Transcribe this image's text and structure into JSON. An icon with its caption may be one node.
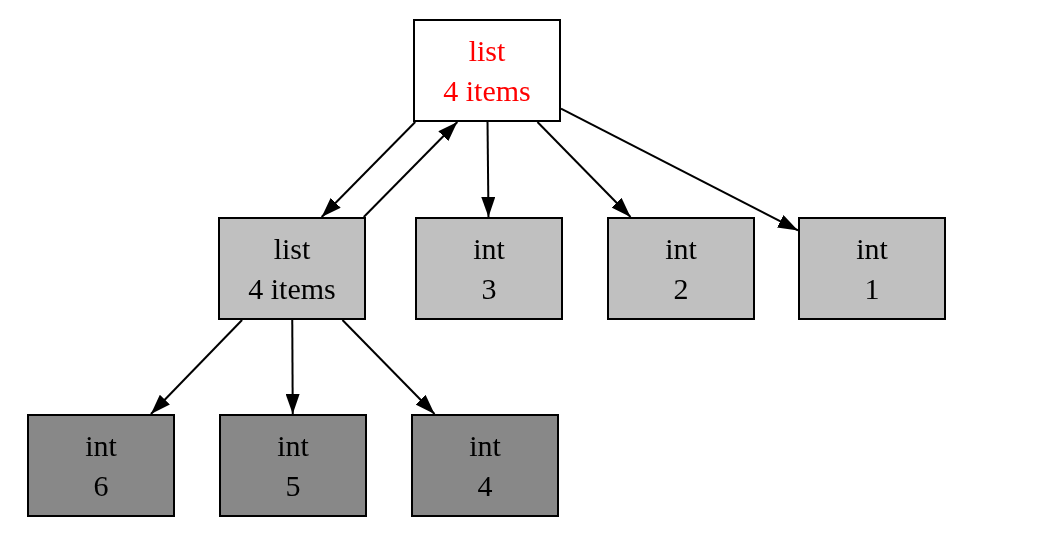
{
  "diagram": {
    "nodes": [
      {
        "text": [
          "list",
          "4 items"
        ]
      },
      {
        "text": [
          "list",
          "4 items"
        ]
      },
      {
        "text": [
          "int",
          "3"
        ]
      },
      {
        "text": [
          "int",
          "2"
        ]
      },
      {
        "text": [
          "int",
          "1"
        ]
      },
      {
        "text": [
          "int",
          "6"
        ]
      },
      {
        "text": [
          "int",
          "5"
        ]
      },
      {
        "text": [
          "int",
          "4"
        ]
      }
    ],
    "edges": [
      {
        "from": 0,
        "to": 1,
        "arrow": "to"
      },
      {
        "from": 1,
        "to": 0,
        "arrow": "to"
      },
      {
        "from": 0,
        "to": 2,
        "arrow": "to"
      },
      {
        "from": 0,
        "to": 3,
        "arrow": "to"
      },
      {
        "from": 0,
        "to": 4,
        "arrow": "to"
      },
      {
        "from": 1,
        "to": 5,
        "arrow": "to"
      },
      {
        "from": 1,
        "to": 6,
        "arrow": "to"
      },
      {
        "from": 1,
        "to": 7,
        "arrow": "to"
      }
    ]
  }
}
